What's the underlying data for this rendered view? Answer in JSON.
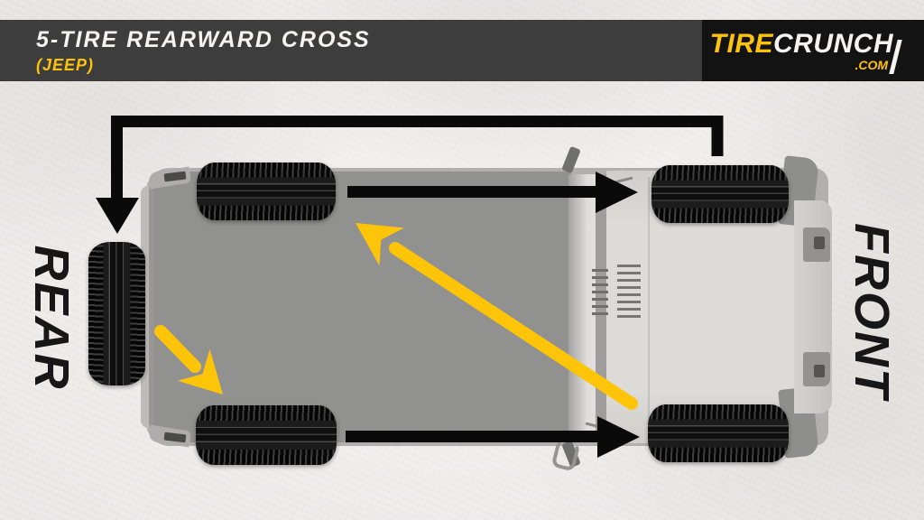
{
  "header": {
    "title": "5-TIRE REARWARD CROSS",
    "subtitle": "(JEEP)",
    "logo": {
      "tire": "TIRE",
      "crunch": "CRUNCH",
      "com": ".COM"
    }
  },
  "side_labels": {
    "left": "REAR",
    "right": "FRONT"
  },
  "colors": {
    "accent_yellow": "#FDC408",
    "arrow_black": "#0a0a0a",
    "header_bg": "#3d3d3d",
    "logo_bg": "#131313",
    "canvas_bg": "#ebe9e6",
    "car_roof": "#929190",
    "car_hood": "#d9d8d5",
    "tire_black": "#141414",
    "title_white": "#f5f4f2"
  },
  "diagram": {
    "type": "tire-rotation-pattern",
    "pattern_name": "5-Tire Rearward Cross (Jeep)",
    "vehicle_view": "jeep-top-view",
    "tire_positions": [
      "spare-left-of-vehicle",
      "rear-driver",
      "front-driver",
      "rear-passenger",
      "front-passenger"
    ],
    "arrows": [
      {
        "id": "front-driver-to-spare",
        "color": "black",
        "shape": "elbow over top of vehicle ending at spare tire"
      },
      {
        "id": "rear-driver-to-front-driver",
        "color": "black",
        "shape": "straight right along top side"
      },
      {
        "id": "rear-passenger-to-front-passenger",
        "color": "black",
        "shape": "straight right along bottom side"
      },
      {
        "id": "front-passenger-to-rear-driver",
        "color": "yellow",
        "shape": "long diagonal across vehicle pointing up-left"
      },
      {
        "id": "spare-to-rear-passenger",
        "color": "yellow",
        "shape": "short diagonal pointing down-right"
      }
    ]
  }
}
